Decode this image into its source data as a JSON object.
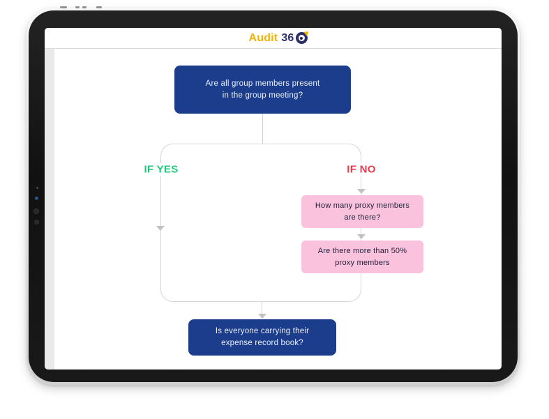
{
  "header": {
    "logo": {
      "word": "Audit",
      "number": "36",
      "mark": "eye-circle-logo",
      "yellow": "#F2B400",
      "navy": "#2D2F6B"
    }
  },
  "flowchart": {
    "start": {
      "lines": [
        "Are all group members present",
        "in the group meeting?"
      ]
    },
    "yes_label": "IF YES",
    "no_label": "IF NO",
    "proxy_count": {
      "lines": [
        "How many proxy members",
        "are there?"
      ]
    },
    "proxy_share": {
      "lines": [
        "Are there more than 50%",
        "proxy members"
      ]
    },
    "end": {
      "lines": [
        "Is everyone carrying their",
        "expense record book?"
      ]
    },
    "colors": {
      "primary_node": "#1C3C8C",
      "secondary_node": "#FBC2DD",
      "yes": "#1FC87C",
      "no": "#E8394F",
      "connector": "#D6D6D6"
    }
  }
}
